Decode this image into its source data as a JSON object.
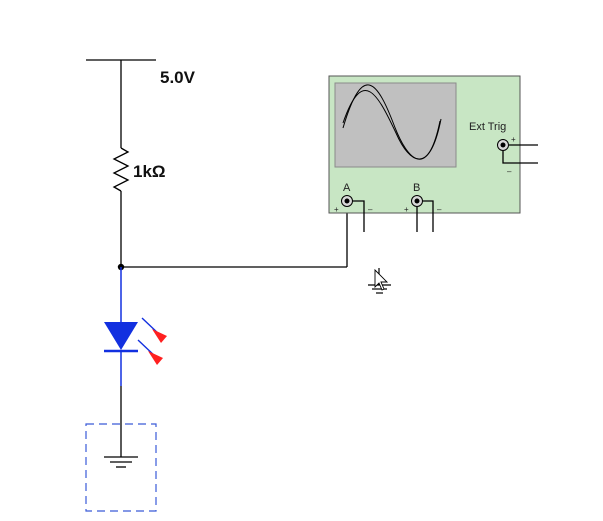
{
  "circuit": {
    "supply_label": "5.0V",
    "resistor_label": "1kΩ"
  },
  "scope": {
    "channel_a_label": "A",
    "channel_b_label": "B",
    "ext_trig_label": "Ext Trig",
    "plus_sign": "+",
    "minus_sign": "–"
  },
  "colors": {
    "wire": "#000000",
    "led_net": "#1230e0",
    "led_arrows": "#ff2020",
    "scope_body": "#c8e6c4",
    "scope_screen": "#c0c0c0",
    "selection_box": "#3a5bd8"
  }
}
